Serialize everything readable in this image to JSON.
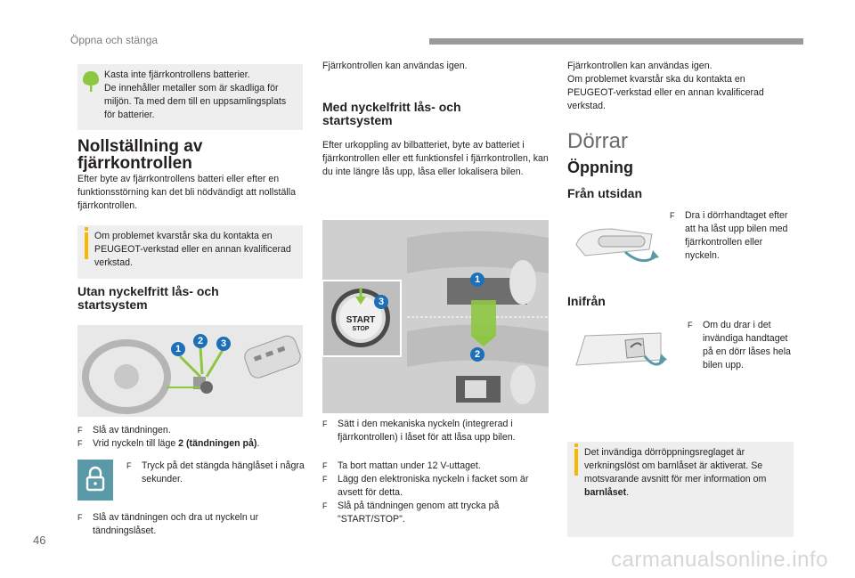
{
  "header": {
    "section_title": "Öppna och stänga"
  },
  "page_number": "46",
  "col1": {
    "eco_note": "Kasta inte fjärrkontrollens batterier.\nDe innehåller metaller som är skadliga för miljön. Ta med dem till en uppsamlingsplats för batterier.",
    "reset_heading": "Nollställning av fjärrkontrollen",
    "reset_text": "Efter byte av fjärrkontrollens batteri eller efter en funktionsstörning kan det bli nödvändigt att nollställa fjärrkontrollen.",
    "reset_info": "Om problemet kvarstår ska du kontakta en PEUGEOT-verkstad eller en annan kvalificerad verkstad.",
    "without_heading": "Utan nyckelfritt lås- och startsystem",
    "steps_a": [
      "Slå av tändningen.",
      "Vrid nyckeln till läge "
    ],
    "step_bold": "2 (tändningen på)",
    "step_lock": "Tryck på det stängda hänglåset i några sekunder.",
    "step_last": "Slå av tändningen och dra ut nyckeln ur tändningslåset.",
    "fig_callouts": [
      "1",
      "2",
      "3"
    ]
  },
  "col2": {
    "top_text": "Fjärrkontrollen kan användas igen.",
    "with_heading": "Med nyckelfritt lås- och startsystem",
    "with_text": "Efter urkoppling av bilbatteriet, byte av batteriet i fjärrkontrollen eller ett funktionsfel i fjärrkontrollen, kan du inte längre lås upp, låsa eller lokalisera bilen.",
    "fig_start_label": "START",
    "fig_stop_label": "STOP",
    "fig_callouts": [
      "1",
      "2",
      "3"
    ],
    "step_insert": "Sätt i den mekaniska nyckeln (integrerad i fjärrkontrollen) i låset för att låsa upp bilen.",
    "steps_b": [
      "Ta bort mattan under 12 V-uttaget.",
      "Lägg den elektroniska nyckeln i facket som är avsett för detta.",
      "Slå på tändningen genom att trycka på \"START/STOP\"."
    ]
  },
  "col3": {
    "top_text": "Fjärrkontrollen kan användas igen.\nOm problemet kvarstår ska du kontakta en PEUGEOT-verkstad eller en annan kvalificerad verkstad.",
    "doors_title": "Dörrar",
    "opening_heading": "Öppning",
    "outside_heading": "Från utsidan",
    "outside_text": "Dra i dörrhandtaget efter att ha låst upp bilen med fjärrkontrollen eller nyckeln.",
    "inside_heading": "Inifrån",
    "inside_text": "Om du drar i det invändiga handtaget på en dörr låses hela bilen upp.",
    "info_text": "Det invändiga dörröppningsreglaget är verkningslöst om barnlåset är aktiverat. Se motsvarande avsnitt för mer information om ",
    "info_bold": "barnlåset",
    "info_end": "."
  },
  "bullet_marker": "F",
  "watermark": "carmanualsonline.info",
  "colors": {
    "accent_yellow": "#f6b800",
    "eco_green": "#8dc63f",
    "lock_teal": "#5a9aa8",
    "callout_blue": "#1d6fb8"
  }
}
